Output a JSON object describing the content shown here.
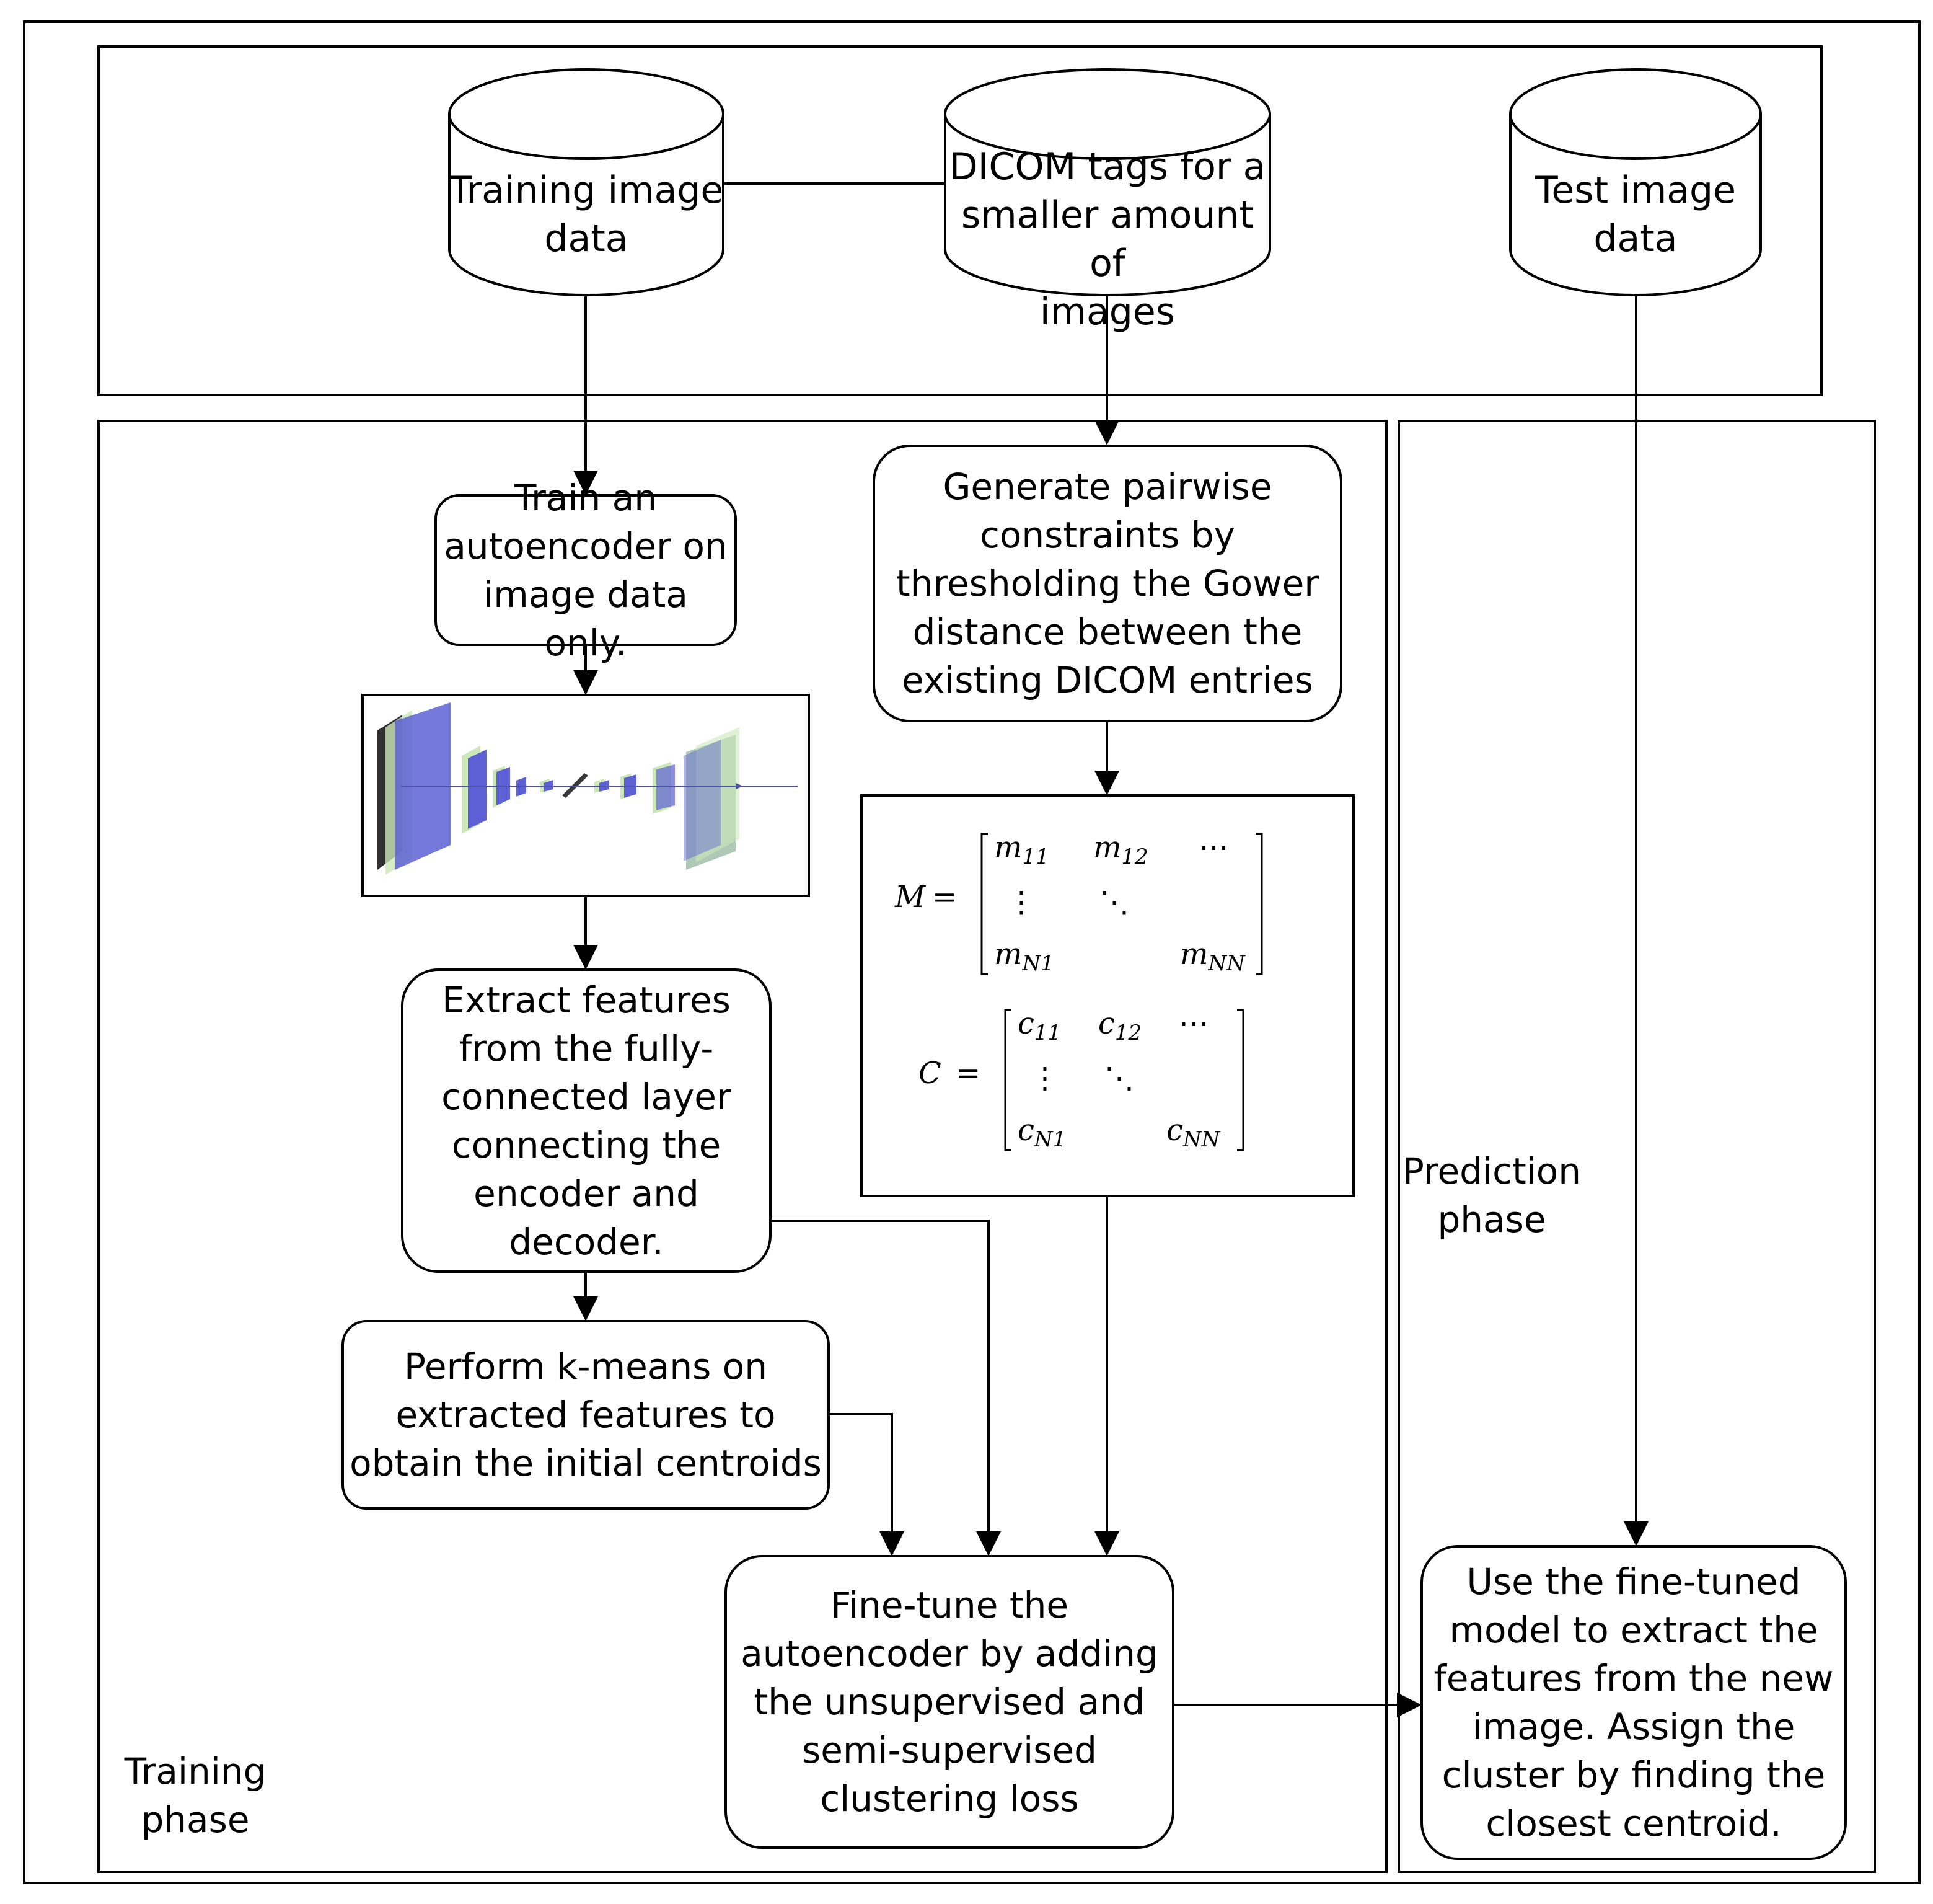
{
  "sources": {
    "training": "Training image\ndata",
    "dicom": "DICOM tags for a\nsmaller amount of\nimages",
    "test": "Test image\ndata"
  },
  "phases": {
    "training": "Training\nphase",
    "prediction": "Prediction\nphase"
  },
  "steps": {
    "train_autoencoder": "Train an\nautoencoder on\nimage data only.",
    "extract_features": "Extract features\nfrom the fully-\nconnected layer\nconnecting the\nencoder and\ndecoder.",
    "kmeans": "Perform k-means on\nextracted features to\nobtain the initial centroids",
    "fine_tune": "Fine-tune the\nautoencoder by adding\nthe unsupervised and\nsemi-supervised\nclustering loss",
    "pairwise": "Generate pairwise\nconstraints by\nthresholding the Gower\ndistance between the\nexisting DICOM entries",
    "predict": "Use the fine-tuned\nmodel to extract the\nfeatures from the new\nimage. Assign the\ncluster by finding the\nclosest centroid."
  },
  "matrices": {
    "M": {
      "name": "M",
      "equals": "=",
      "base": "m",
      "subs": [
        "11",
        "12",
        "N1",
        "NN"
      ],
      "dots": "⋯",
      "vdots": "⋮",
      "ddots": "⋱"
    },
    "C": {
      "name": "C",
      "equals": "=",
      "base": "c",
      "subs": [
        "11",
        "12",
        "N1",
        "NN"
      ],
      "dots": "⋯",
      "vdots": "⋮",
      "ddots": "⋱"
    }
  },
  "network": {
    "layer_colors": [
      "#4a4fd0",
      "#c8e6b0",
      "#7fa88a"
    ],
    "bottleneck_color": "#222222"
  }
}
